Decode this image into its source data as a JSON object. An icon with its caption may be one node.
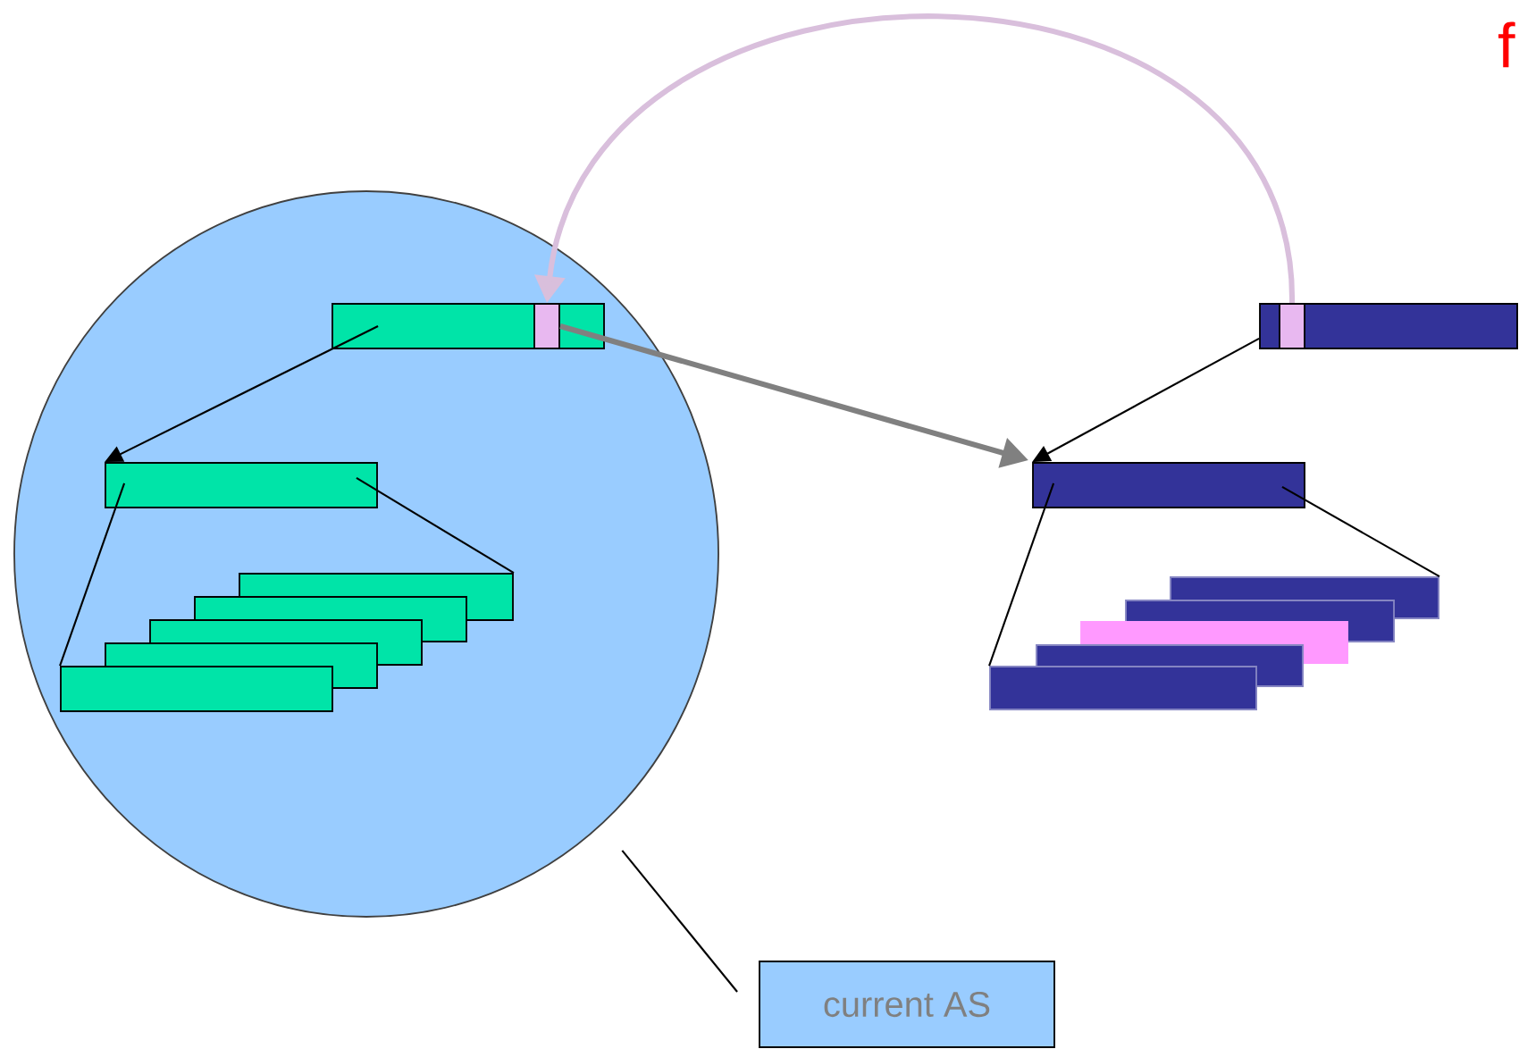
{
  "diagram": {
    "nodes": [
      {
        "text": [],
        "shape": "circle"
      },
      {
        "text": [],
        "shape": "box",
        "in": 0
      },
      {
        "text": [],
        "shape": "box",
        "in": 1
      },
      {
        "text": [],
        "shape": "box",
        "in": 0
      },
      {
        "text": [],
        "shape": "box",
        "in": 0
      },
      {
        "text": [],
        "shape": "box",
        "in": 0
      },
      {
        "text": [],
        "shape": "box",
        "in": 0
      },
      {
        "text": [],
        "shape": "box",
        "in": 0
      },
      {
        "text": [],
        "shape": "box",
        "in": 0
      },
      {
        "text": [],
        "shape": "box"
      },
      {
        "text": [],
        "shape": "box",
        "in": 9
      },
      {
        "text": [],
        "shape": "box"
      },
      {
        "text": [],
        "shape": "box"
      },
      {
        "text": [],
        "shape": "box"
      },
      {
        "text": [],
        "shape": "box"
      },
      {
        "text": [],
        "shape": "box"
      },
      {
        "text": [],
        "shape": "box"
      },
      {
        "text": [
          "current AS"
        ]
      }
    ],
    "edges": [
      {
        "from": 1,
        "to": 3,
        "arrow": "to"
      },
      {
        "from": 3,
        "to": 4,
        "arrow": "none"
      },
      {
        "from": 3,
        "to": 8,
        "arrow": "none"
      },
      {
        "from": 2,
        "to": 11,
        "arrow": "to",
        "style": "thick",
        "color": "#808080"
      },
      {
        "from": 10,
        "to": 2,
        "arrow": "to",
        "style": "thick",
        "color": "#d9bfdc"
      },
      {
        "from": 9,
        "to": 11,
        "arrow": "to"
      },
      {
        "from": 11,
        "to": 12,
        "arrow": "none"
      },
      {
        "from": 11,
        "to": 16,
        "arrow": "none"
      },
      {
        "from": 17,
        "to": 0,
        "arrow": "none"
      }
    ],
    "labels": [
      "f"
    ]
  }
}
